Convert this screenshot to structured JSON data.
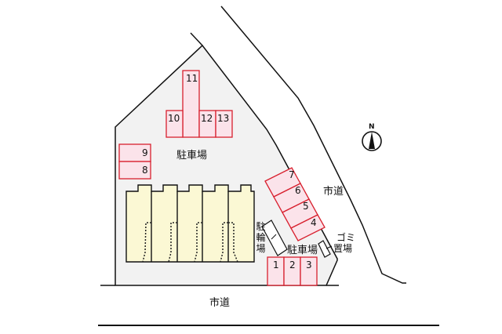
{
  "site_plan": {
    "lot_fill": "#f2f2f2",
    "parking_fill": "#fbe3ea",
    "parking_stroke": "#d8202e",
    "building_fill": "#fbf8d4",
    "labels": {
      "parking_main": "駐車場",
      "parking_south": "駐車場",
      "bicycle_parking": [
        "駐",
        "輪",
        "場"
      ],
      "garbage_area": [
        "ゴミ",
        "置場"
      ],
      "city_road_east": "市道",
      "city_road_south": "市道",
      "north_mark": "N"
    },
    "parking_spaces": [
      {
        "id": "1",
        "label": "1"
      },
      {
        "id": "2",
        "label": "2"
      },
      {
        "id": "3",
        "label": "3"
      },
      {
        "id": "4",
        "label": "4"
      },
      {
        "id": "5",
        "label": "5"
      },
      {
        "id": "6",
        "label": "6"
      },
      {
        "id": "7",
        "label": "7"
      },
      {
        "id": "8",
        "label": "8"
      },
      {
        "id": "9",
        "label": "9"
      },
      {
        "id": "10",
        "label": "10"
      },
      {
        "id": "11",
        "label": "11"
      },
      {
        "id": "12",
        "label": "12"
      },
      {
        "id": "13",
        "label": "13"
      }
    ],
    "building_units": 5
  }
}
